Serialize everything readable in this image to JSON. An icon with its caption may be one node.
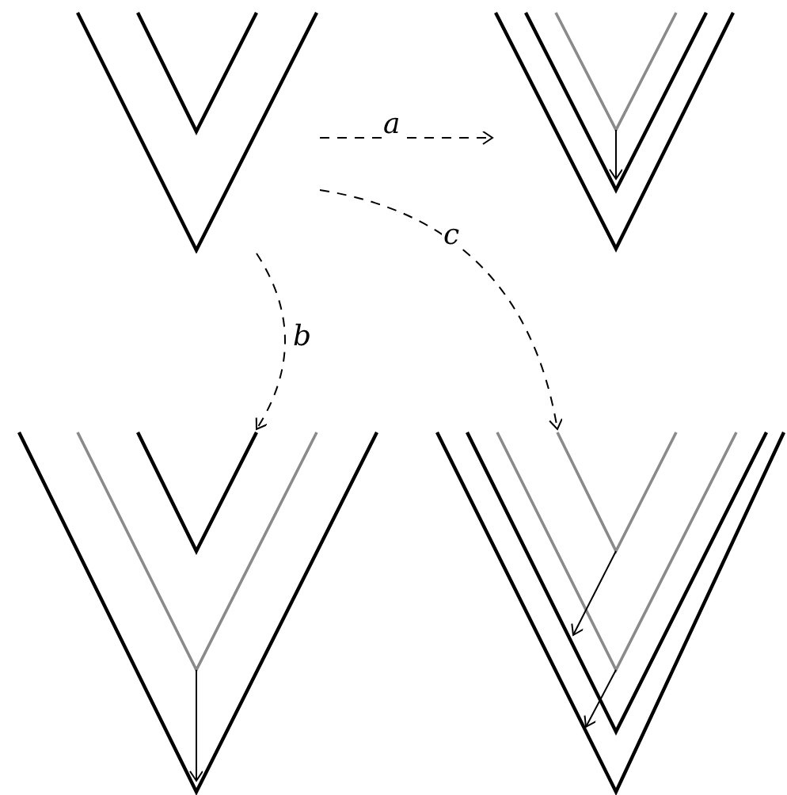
{
  "diagram": {
    "nodes": [
      {
        "text": [],
        "shape": "picture"
      },
      {
        "text": [],
        "shape": "picture"
      },
      {
        "text": [],
        "shape": "picture"
      },
      {
        "text": [],
        "shape": "picture"
      }
    ],
    "edges": [
      {
        "from": 0,
        "to": 1,
        "arrow": "to",
        "label": "a",
        "style": "dashed"
      },
      {
        "from": 0,
        "to": 2,
        "arrow": "to",
        "label": "b",
        "style": "dashed"
      },
      {
        "from": 0,
        "to": 3,
        "arrow": "to",
        "label": "c",
        "style": "dashed"
      }
    ]
  }
}
